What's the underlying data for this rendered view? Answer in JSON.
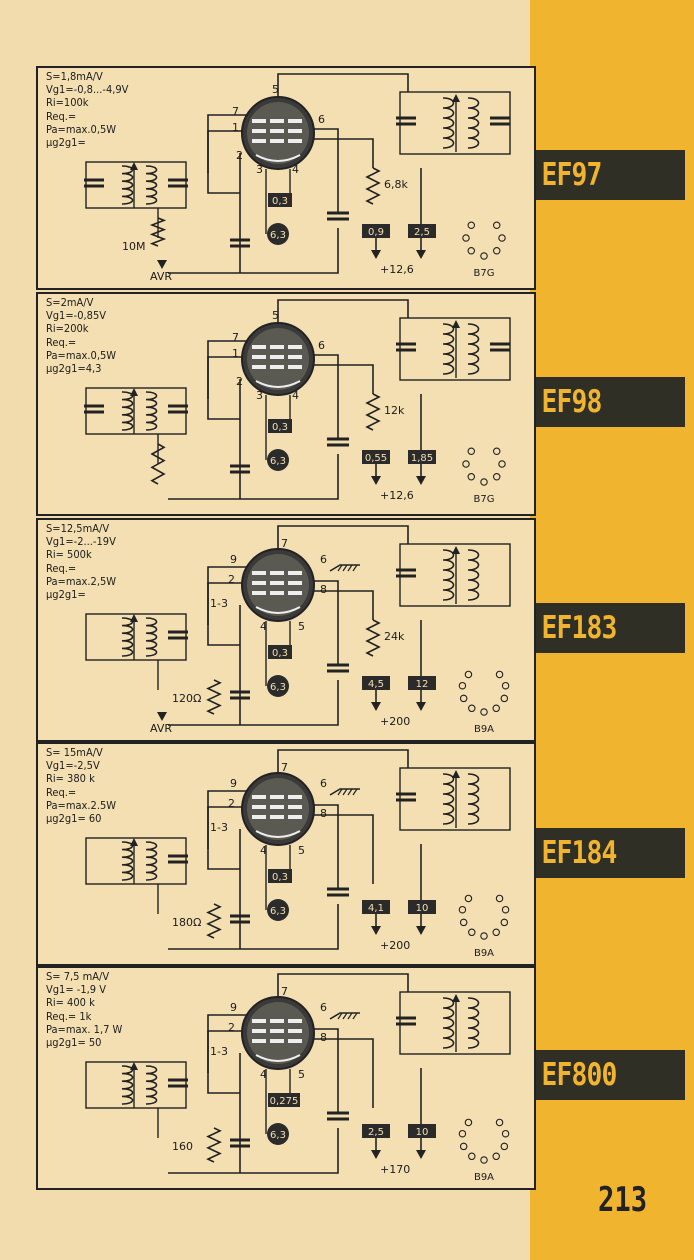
{
  "page": {
    "number": "213"
  },
  "tubes": [
    {
      "name": "EF97",
      "params": [
        "S=1,8mA/V",
        "Vg1=-0,8...-4,9V",
        "Ri=100k",
        "Req.=",
        "Pa=max.0,5W",
        "μg2g1="
      ],
      "pins": {
        "top": "5",
        "g1": "1",
        "g2": "7",
        "k": "2",
        "h1": "3",
        "h2": "4",
        "a": "6"
      },
      "heater_current": "0,3",
      "heater_voltage": "6,3",
      "resistor": "6,8k",
      "voltage_left": "0,9",
      "voltage_right": "2,5",
      "supply": "+12,6",
      "grid_resistor": "10M",
      "avr": "AVR",
      "cathode_resistor": "",
      "base": "B7G",
      "base_pins": [
        "1",
        "2",
        "3",
        "4",
        "5",
        "6",
        "7"
      ]
    },
    {
      "name": "EF98",
      "params": [
        "S=2mA/V",
        "Vg1=-0,85V",
        "Ri=200k",
        "Req.=",
        "Pa=max.0,5W",
        "μg2g1=4,3"
      ],
      "pins": {
        "top": "5",
        "g1": "1",
        "g2": "7",
        "k": "2",
        "h1": "3",
        "h2": "4",
        "a": "6"
      },
      "heater_current": "0,3",
      "heater_voltage": "6,3",
      "resistor": "12k",
      "voltage_left": "0,55",
      "voltage_right": "1,85",
      "supply": "+12,6",
      "grid_resistor": "",
      "avr": "",
      "cathode_resistor": "",
      "base": "B7G",
      "base_pins": [
        "1",
        "2",
        "3",
        "4",
        "5",
        "6",
        "7"
      ]
    },
    {
      "name": "EF183",
      "params": [
        "S=12,5mA/V",
        "Vg1=-2...-19V",
        "Ri= 500k",
        "Req.=",
        "Pa=max.2,5W",
        "μg2g1="
      ],
      "pins": {
        "top": "7",
        "g1": "2",
        "g2": "9",
        "k": "1-3",
        "h1": "4",
        "h2": "5",
        "a": "8",
        "g3": "6"
      },
      "heater_current": "0,3",
      "heater_voltage": "6,3",
      "resistor": "24k",
      "voltage_left": "4,5",
      "voltage_right": "12",
      "supply": "+200",
      "grid_resistor": "",
      "avr": "AVR",
      "cathode_resistor": "120Ω",
      "base": "B9A",
      "base_pins": [
        "1",
        "2",
        "3",
        "4",
        "5",
        "6",
        "7",
        "8",
        "9"
      ]
    },
    {
      "name": "EF184",
      "params": [
        "S= 15mA/V",
        "Vg1=-2,5V",
        "Ri= 380 k",
        "Req.=",
        "Pa=max.2.5W",
        "μg2g1= 60"
      ],
      "pins": {
        "top": "7",
        "g1": "2",
        "g2": "9",
        "k": "1-3",
        "h1": "4",
        "h2": "5",
        "a": "8",
        "g3": "6"
      },
      "heater_current": "0,3",
      "heater_voltage": "6,3",
      "resistor": "",
      "voltage_left": "4,1",
      "voltage_right": "10",
      "supply": "+200",
      "grid_resistor": "",
      "avr": "",
      "cathode_resistor": "180Ω",
      "base": "B9A",
      "base_pins": [
        "1",
        "2",
        "3",
        "4",
        "5",
        "6",
        "7",
        "8",
        "9"
      ]
    },
    {
      "name": "EF800",
      "params": [
        "S= 7,5 mA/V",
        "Vg1= -1,9 V",
        "Ri= 400 k",
        "Req.= 1k",
        "Pa=max. 1,7 W",
        "μg2g1= 50"
      ],
      "pins": {
        "top": "7",
        "g1": "2",
        "g2": "9",
        "k": "1-3",
        "h1": "4",
        "h2": "5",
        "a": "8",
        "g3": "6"
      },
      "heater_current": "0,275",
      "heater_voltage": "6,3",
      "resistor": "",
      "voltage_left": "2,5",
      "voltage_right": "10",
      "supply": "+170",
      "grid_resistor": "",
      "avr": "",
      "cathode_resistor": "160",
      "base": "B9A",
      "base_pins": [
        "1",
        "2",
        "3",
        "4",
        "5",
        "6",
        "7",
        "8",
        "9"
      ]
    }
  ]
}
